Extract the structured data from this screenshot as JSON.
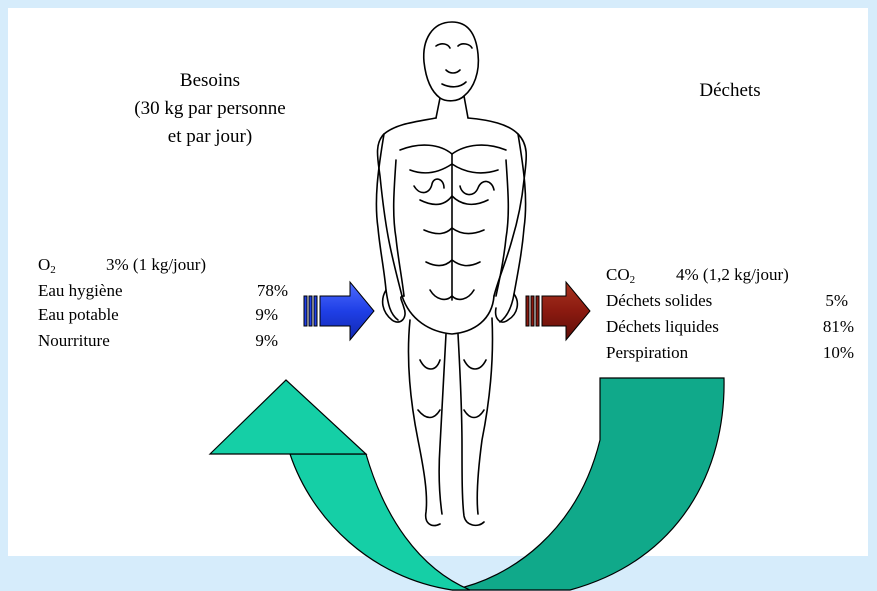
{
  "besoins": {
    "title": "Besoins",
    "subtitle_line1": "(30 kg par personne",
    "subtitle_line2": "et par jour)",
    "o2": {
      "formula": "O",
      "subscript": "2",
      "value": "3% (1 kg/jour)"
    },
    "items": [
      {
        "label": "Eau hygiène",
        "value": "78%"
      },
      {
        "label": "Eau potable",
        "value": "9%"
      },
      {
        "label": "Nourriture",
        "value": "9%"
      }
    ]
  },
  "dechets": {
    "title": "Déchets",
    "co2": {
      "formula": "CO",
      "subscript": "2",
      "value": "4% (1,2 kg/jour)"
    },
    "items": [
      {
        "label": "Déchets solides",
        "value": "5%"
      },
      {
        "label": "Déchets liquides",
        "value": "81%"
      },
      {
        "label": "Perspiration",
        "value": "10%"
      }
    ]
  },
  "colors": {
    "background": "#d6ecfb",
    "input_arrow": "#1f3fe6",
    "output_arrow": "#8b1a10",
    "recycle_arrow": "#0fbf9a"
  }
}
